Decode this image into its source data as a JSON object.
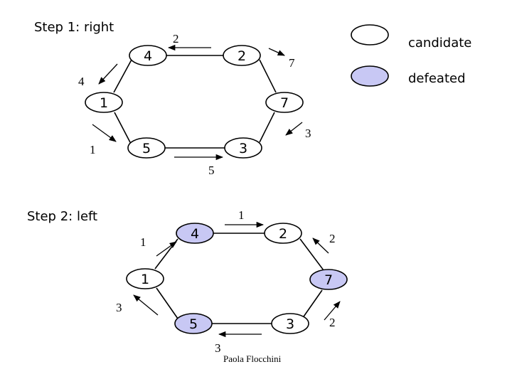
{
  "legend": {
    "candidate_label": "candidate",
    "defeated_label": "defeated",
    "candidate_color": "#ffffff",
    "defeated_color": "#c8c8f4"
  },
  "steps": [
    {
      "title": "Step 1:  right",
      "nodes": [
        {
          "label": "4",
          "state": "candidate"
        },
        {
          "label": "2",
          "state": "candidate"
        },
        {
          "label": "7",
          "state": "candidate"
        },
        {
          "label": "3",
          "state": "candidate"
        },
        {
          "label": "5",
          "state": "candidate"
        },
        {
          "label": "1",
          "state": "candidate"
        }
      ],
      "messages": [
        "2",
        "7",
        "3",
        "5",
        "1",
        "4"
      ]
    },
    {
      "title": "Step 2:  left",
      "nodes": [
        {
          "label": "4",
          "state": "defeated"
        },
        {
          "label": "2",
          "state": "candidate"
        },
        {
          "label": "7",
          "state": "defeated"
        },
        {
          "label": "3",
          "state": "candidate"
        },
        {
          "label": "5",
          "state": "defeated"
        },
        {
          "label": "1",
          "state": "candidate"
        }
      ],
      "messages": [
        "1",
        "2",
        "2",
        "3",
        "3",
        "1"
      ]
    }
  ],
  "credit": "Paola Flocchini"
}
